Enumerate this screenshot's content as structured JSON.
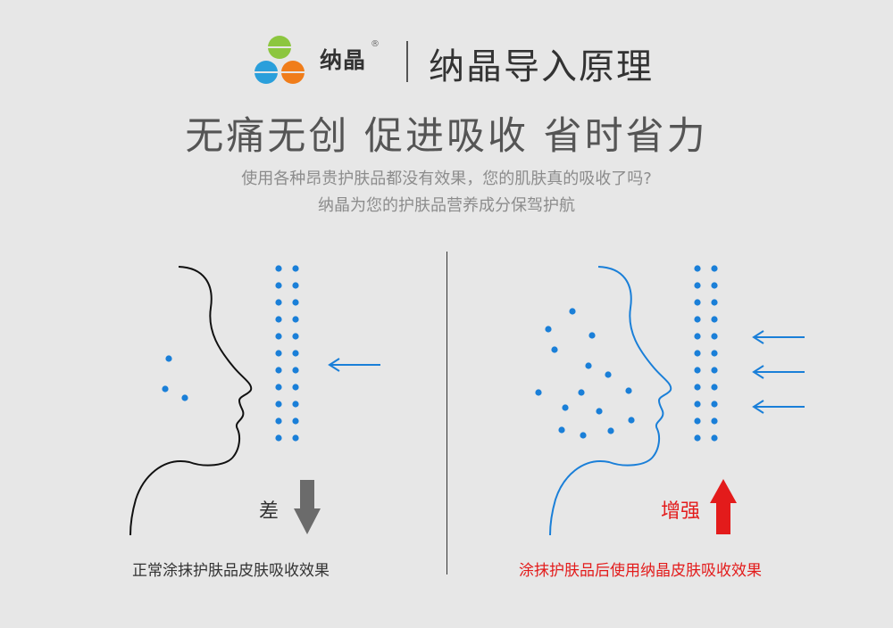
{
  "brand": {
    "name": "纳晶",
    "registered_mark": "®",
    "page_title": "纳晶导入原理"
  },
  "logo_colors": {
    "green": "#8cc63f",
    "blue": "#2a9fdb",
    "orange": "#f07d1a"
  },
  "headline": "无痛无创 促进吸收 省时省力",
  "subtitle_lines": [
    "使用各种昂贵护肤品都没有效果，您的肌肤真的吸收了吗?",
    "纳晶为您的护肤品营养成分保驾护航"
  ],
  "left_panel": {
    "effect_label": "差",
    "caption": "正常涂抹护肤品皮肤吸收效果",
    "profile_color": "#111111",
    "arrow_color": "#6b6b6b"
  },
  "right_panel": {
    "effect_label": "增强",
    "caption": "涂抹护肤品后使用纳晶皮肤吸收效果",
    "profile_color": "#1a7fd8",
    "arrow_color": "#e31b1b"
  },
  "dot_color": "#1a7fd8"
}
